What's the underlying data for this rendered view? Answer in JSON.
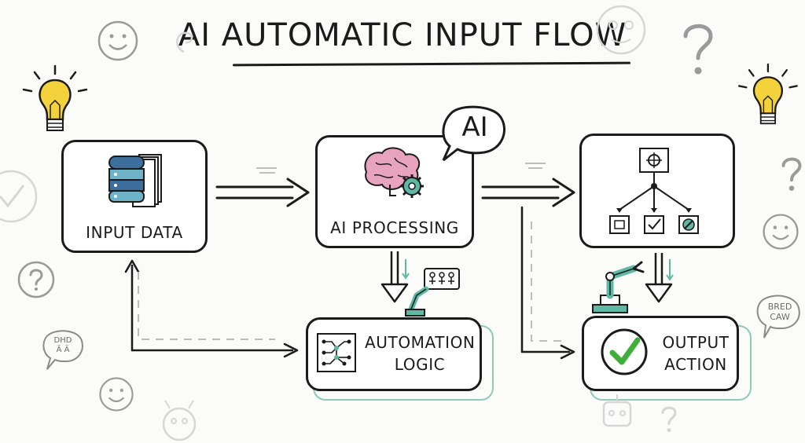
{
  "title": "AI Automatic Input Flow",
  "nodes": {
    "input_data": "Input Data",
    "ai_processing": "AI Processing",
    "automation_logic_line1": "Automation",
    "automation_logic_line2": "Logic",
    "output_action_line1": "Output",
    "output_action_line2": "Action"
  },
  "ai_bubble": "AI",
  "doodles": {
    "speech_left_line1": "DHD",
    "speech_left_line2": "Ä Ä",
    "speech_right_line1": "BRED",
    "speech_right_line2": "CAW"
  },
  "colors": {
    "ink": "#1b1b1b",
    "teal": "#5fb8a3",
    "shadow_teal": "#8fc9b8",
    "bulb_yellow": "#f4d23c",
    "brain_pink": "#e8a4bd",
    "db_blue": "#3d6f9c",
    "check_green": "#3fae3a"
  }
}
